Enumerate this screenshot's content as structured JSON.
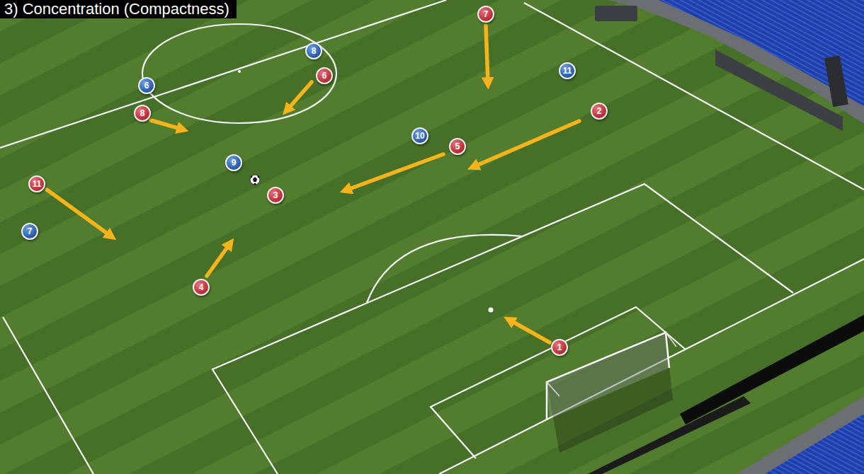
{
  "diagram": {
    "title": "3) Concentration (Compactness)",
    "nodes": [
      {
        "text": [
          "7"
        ]
      },
      {
        "text": [
          "8"
        ]
      },
      {
        "text": [
          "11"
        ]
      },
      {
        "text": [
          "6"
        ]
      },
      {
        "text": [
          "6"
        ]
      },
      {
        "text": [
          "2"
        ]
      },
      {
        "text": [
          "8"
        ]
      },
      {
        "text": [
          "10"
        ]
      },
      {
        "text": [
          "5"
        ]
      },
      {
        "text": [
          "9"
        ]
      },
      {
        "text": [
          "11"
        ]
      },
      {
        "text": [
          "3"
        ]
      },
      {
        "text": [
          "7"
        ]
      },
      {
        "text": [
          "4"
        ]
      },
      {
        "text": [
          "1"
        ]
      }
    ]
  }
}
